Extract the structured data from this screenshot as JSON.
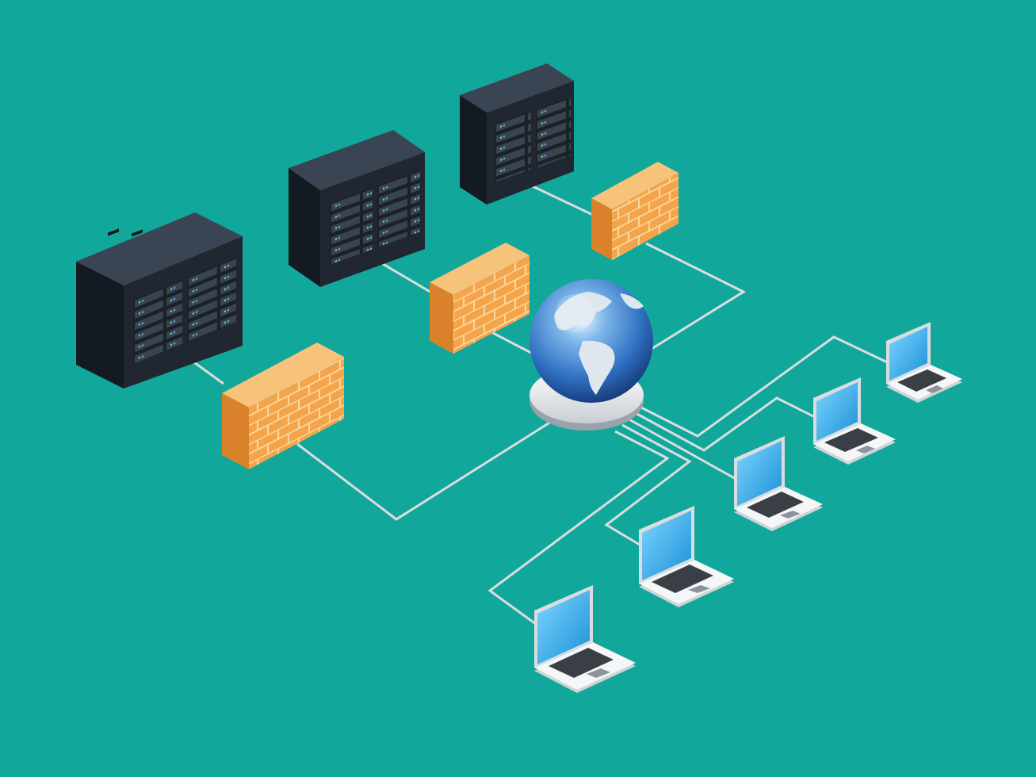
{
  "diagram": {
    "nodes": [
      {
        "id": "server-1",
        "kind": "server-rack",
        "icon": "server-rack-icon"
      },
      {
        "id": "server-2",
        "kind": "server-rack",
        "icon": "server-rack-icon"
      },
      {
        "id": "server-3",
        "kind": "server-rack",
        "icon": "server-rack-icon"
      },
      {
        "id": "firewall-1",
        "kind": "firewall",
        "icon": "brick-wall-icon"
      },
      {
        "id": "firewall-2",
        "kind": "firewall",
        "icon": "brick-wall-icon"
      },
      {
        "id": "firewall-3",
        "kind": "firewall",
        "icon": "brick-wall-icon"
      },
      {
        "id": "globe",
        "kind": "internet-globe",
        "icon": "globe-icon"
      },
      {
        "id": "laptop-1",
        "kind": "laptop",
        "icon": "laptop-icon"
      },
      {
        "id": "laptop-2",
        "kind": "laptop",
        "icon": "laptop-icon"
      },
      {
        "id": "laptop-3",
        "kind": "laptop",
        "icon": "laptop-icon"
      },
      {
        "id": "laptop-4",
        "kind": "laptop",
        "icon": "laptop-icon"
      },
      {
        "id": "laptop-5",
        "kind": "laptop",
        "icon": "laptop-icon"
      }
    ],
    "edges": [
      [
        "server-1",
        "firewall-1"
      ],
      [
        "server-2",
        "firewall-2"
      ],
      [
        "server-3",
        "firewall-3"
      ],
      [
        "firewall-1",
        "globe"
      ],
      [
        "firewall-2",
        "globe"
      ],
      [
        "firewall-3",
        "globe"
      ],
      [
        "globe",
        "laptop-1"
      ],
      [
        "globe",
        "laptop-2"
      ],
      [
        "globe",
        "laptop-3"
      ],
      [
        "globe",
        "laptop-4"
      ],
      [
        "globe",
        "laptop-5"
      ]
    ]
  },
  "colors": {
    "background": "#12a79b",
    "cable": "#d9dde0",
    "rack": "#2b333e",
    "firewall": "#f4a44a",
    "globe": "#2f6fc0",
    "laptop_screen": "#33b3ef"
  }
}
